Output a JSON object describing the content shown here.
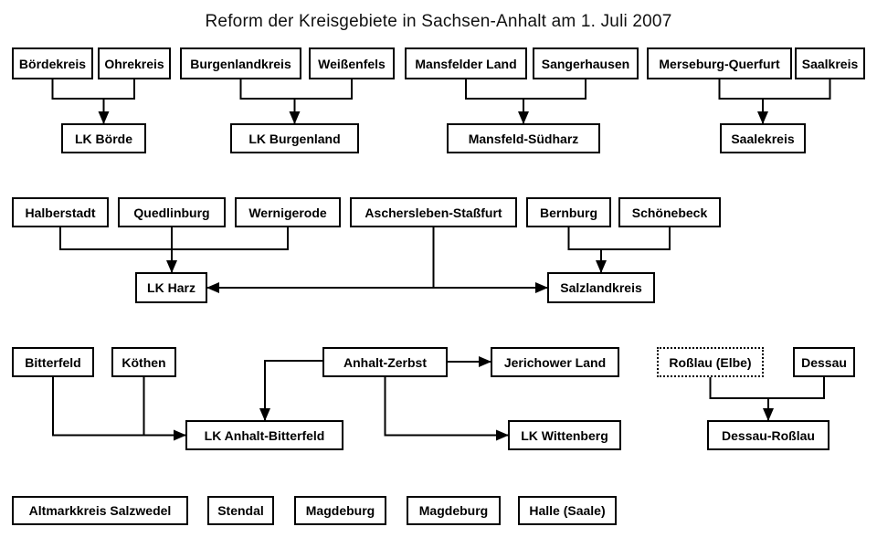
{
  "title": "Reform der Kreisgebiete in Sachsen-Anhalt am 1. Juli 2007",
  "nodes": {
    "boerdekreis": {
      "label": "Bördekreis"
    },
    "ohrekreis": {
      "label": "Ohrekreis"
    },
    "burgenlandkreis": {
      "label": "Burgenlandkreis"
    },
    "weissenfels": {
      "label": "Weißenfels"
    },
    "mansfelder_land": {
      "label": "Mansfelder Land"
    },
    "sangerhausen": {
      "label": "Sangerhausen"
    },
    "merseburg_querfurt": {
      "label": "Merseburg-Querfurt"
    },
    "saalkreis": {
      "label": "Saalkreis"
    },
    "lk_boerde": {
      "label": "LK Börde"
    },
    "lk_burgenland": {
      "label": "LK Burgenland"
    },
    "mansfeld_suedharz": {
      "label": "Mansfeld-Südharz"
    },
    "saalekreis": {
      "label": "Saalekreis"
    },
    "halberstadt": {
      "label": "Halberstadt"
    },
    "quedlinburg": {
      "label": "Quedlinburg"
    },
    "wernigerode": {
      "label": "Wernigerode"
    },
    "aschersleben_stassfurt": {
      "label": "Aschersleben-Staßfurt"
    },
    "bernburg": {
      "label": "Bernburg"
    },
    "schoenebeck": {
      "label": "Schönebeck"
    },
    "lk_harz": {
      "label": "LK Harz"
    },
    "salzlandkreis": {
      "label": "Salzlandkreis"
    },
    "bitterfeld": {
      "label": "Bitterfeld"
    },
    "koethen": {
      "label": "Köthen"
    },
    "anhalt_zerbst": {
      "label": "Anhalt-Zerbst"
    },
    "jerichower_land": {
      "label": "Jerichower Land"
    },
    "rosslau_elbe": {
      "label": "Roßlau (Elbe)"
    },
    "dessau": {
      "label": "Dessau"
    },
    "lk_anhalt_bitterfeld": {
      "label": "LK Anhalt-Bitterfeld"
    },
    "lk_wittenberg": {
      "label": "LK Wittenberg"
    },
    "dessau_rosslau": {
      "label": "Dessau-Roßlau"
    },
    "altmarkkreis_salzwedel": {
      "label": "Altmarkkreis Salzwedel"
    },
    "stendal": {
      "label": "Stendal"
    },
    "magdeburg_1": {
      "label": "Magdeburg"
    },
    "magdeburg_2": {
      "label": "Magdeburg"
    },
    "halle_saale": {
      "label": "Halle (Saale)"
    }
  },
  "mergers": [
    {
      "sources": [
        "Bördekreis",
        "Ohrekreis"
      ],
      "target": "LK Börde"
    },
    {
      "sources": [
        "Burgenlandkreis",
        "Weißenfels"
      ],
      "target": "LK Burgenland"
    },
    {
      "sources": [
        "Mansfelder Land",
        "Sangerhausen"
      ],
      "target": "Mansfeld-Südharz"
    },
    {
      "sources": [
        "Merseburg-Querfurt",
        "Saalkreis"
      ],
      "target": "Saalekreis"
    },
    {
      "sources": [
        "Halberstadt",
        "Quedlinburg",
        "Wernigerode",
        "Aschersleben-Staßfurt"
      ],
      "target": "LK Harz"
    },
    {
      "sources": [
        "Aschersleben-Staßfurt",
        "Bernburg",
        "Schönebeck"
      ],
      "target": "Salzlandkreis"
    },
    {
      "sources": [
        "Bitterfeld",
        "Köthen",
        "Anhalt-Zerbst"
      ],
      "target": "LK Anhalt-Bitterfeld"
    },
    {
      "sources": [
        "Anhalt-Zerbst"
      ],
      "target": "Jerichower Land"
    },
    {
      "sources": [
        "Anhalt-Zerbst"
      ],
      "target": "LK Wittenberg"
    },
    {
      "sources": [
        "Roßlau (Elbe)",
        "Dessau"
      ],
      "target": "Dessau-Roßlau"
    }
  ],
  "unchanged": [
    "Altmarkkreis Salzwedel",
    "Stendal",
    "Magdeburg",
    "Magdeburg",
    "Halle (Saale)"
  ],
  "colors": {
    "line": "#000000",
    "box_border": "#000000",
    "background": "#ffffff",
    "text": "#000000"
  }
}
